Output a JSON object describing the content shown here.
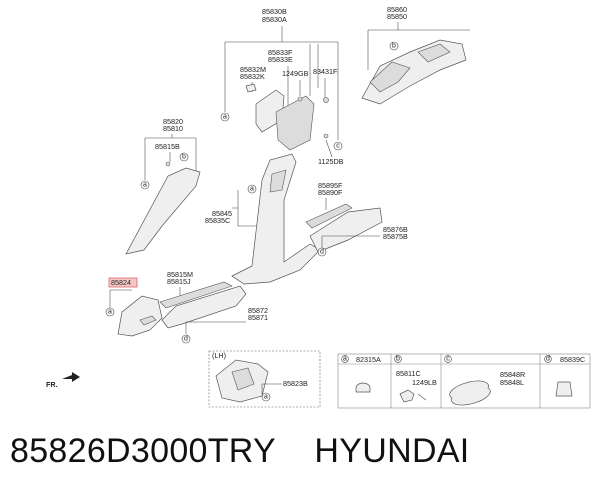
{
  "diagram": {
    "labels": {
      "p85830B": "85830B",
      "p85830A": "85830A",
      "p85833F": "85833F",
      "p85833E": "85833E",
      "p85832M": "85832M",
      "p85832K": "85832K",
      "p1249GB": "1249GB",
      "p83431F": "83431F",
      "p1125DB": "1125DB",
      "p85860": "85860",
      "p85850": "85850",
      "p85820": "85820",
      "p85810": "85810",
      "p85815B": "85815B",
      "p85895F": "85895F",
      "p85890F": "85890F",
      "p85845": "85845",
      "p85835C": "85835C",
      "p85876B": "85876B",
      "p85875B": "85875B",
      "p85824": "85824",
      "p85815M": "85815M",
      "p85815J": "85815J",
      "p85872": "85872",
      "p85871": "85871",
      "p85823B": "85823B",
      "lh": "(LH)",
      "fr": "FR."
    },
    "callouts": {
      "a": "a",
      "b": "b",
      "c": "c",
      "d": "d"
    },
    "legend": {
      "a": {
        "letter": "a",
        "part": "82315A"
      },
      "b": {
        "letter": "b",
        "part1": "85811C",
        "part2": "1249LB"
      },
      "c": {
        "letter": "c",
        "part1": "85848R",
        "part2": "85848L"
      },
      "d": {
        "letter": "d",
        "part": "85839C"
      }
    }
  },
  "caption": {
    "part_number": "85826D3000TRY",
    "brand": "HYUNDAI"
  }
}
